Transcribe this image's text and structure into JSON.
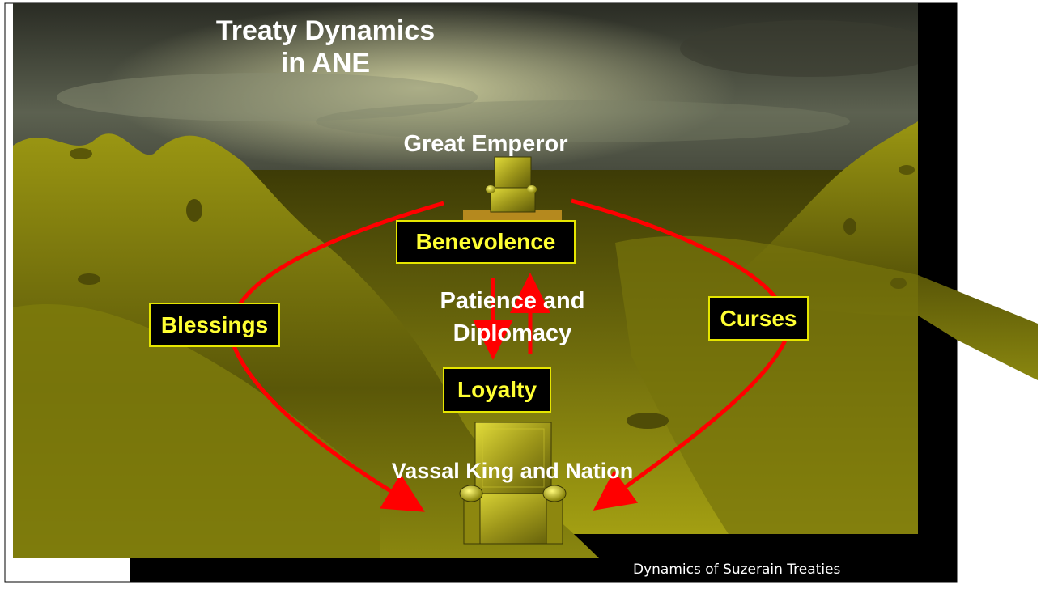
{
  "slide": {
    "title_line1": "Treaty Dynamics",
    "title_line2": "in ANE",
    "emperor_label": "Great Emperor",
    "vassal_label": "Vassal King and Nation",
    "center_line1": "Patience and",
    "center_line2": "Diplomacy",
    "boxes": {
      "benevolence": "Benevolence",
      "loyalty": "Loyalty",
      "blessings": "Blessings",
      "curses": "Curses"
    },
    "footer": "Dynamics of Suzerain Treaties"
  },
  "colors": {
    "arrow": "#ff0000",
    "box_text": "#ffff33",
    "box_border": "#e6e600",
    "land": "#8c8a10",
    "throne": "#a9a21e"
  }
}
